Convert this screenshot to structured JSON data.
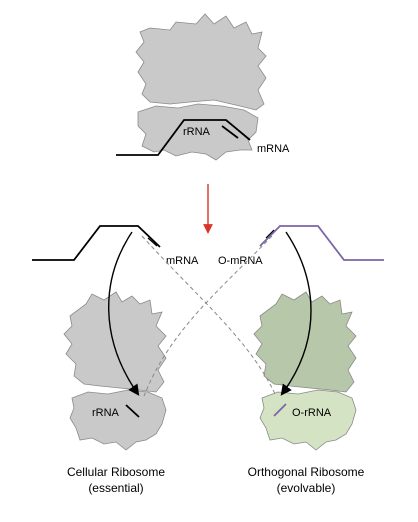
{
  "labels": {
    "top_rrna": "rRNA",
    "top_mrna": "mRNA",
    "mrna": "mRNA",
    "o_mrna": "O-mRNA",
    "left_rrna": "rRNA",
    "right_orrna": "O-rRNA"
  },
  "captions": {
    "cellular_title": "Cellular Ribosome",
    "cellular_sub": "(essential)",
    "orthogonal_title": "Orthogonal Ribosome",
    "orthogonal_sub": "(evolvable)"
  },
  "colors": {
    "ribosome_gray": "#c9c9c9",
    "ribosome_outline": "#8a8a8a",
    "ortho_large": "#b7c7a9",
    "ortho_small": "#d3e3c3",
    "o_mrna_purple": "#7b64a8",
    "red_arrow": "#d9332c",
    "line": "#000000",
    "dashed": "#888888"
  }
}
